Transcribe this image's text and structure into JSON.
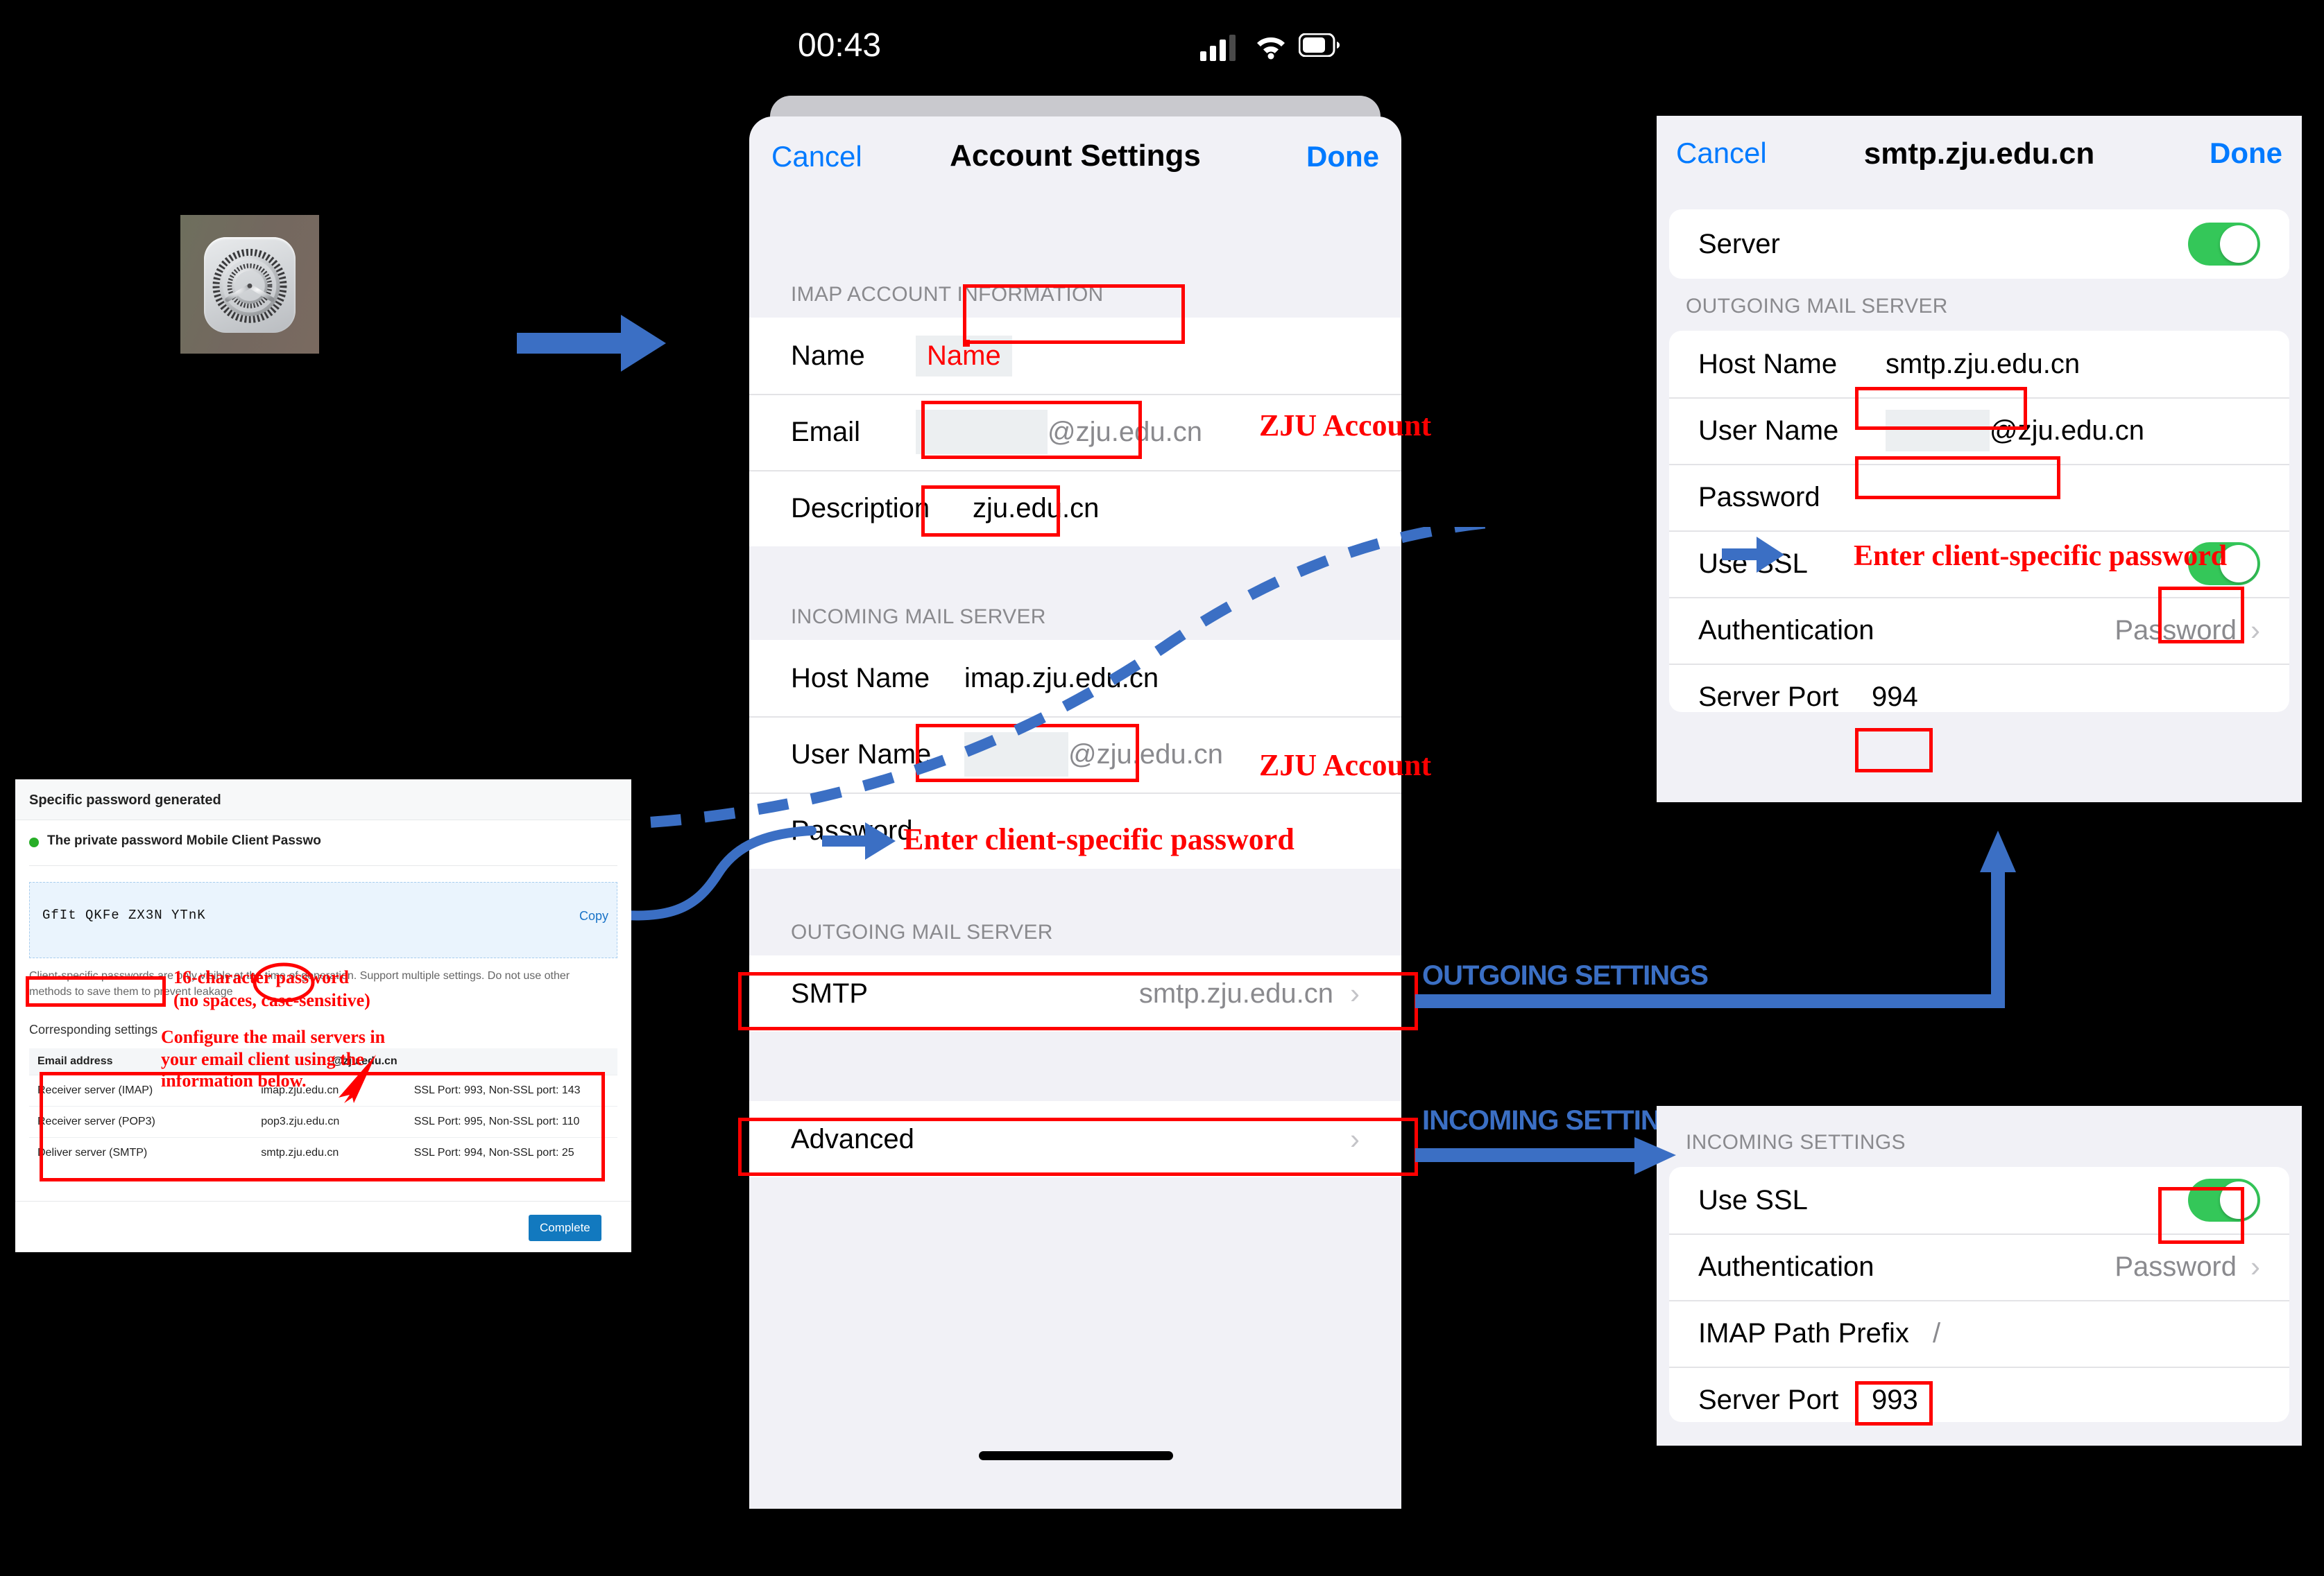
{
  "phone": {
    "status_bar": {
      "time": "00:43",
      "icons": [
        "cellular-signal-icon",
        "wifi-icon",
        "battery-icon"
      ]
    },
    "nav": {
      "cancel": "Cancel",
      "title": "Account Settings",
      "done": "Done"
    },
    "sections": [
      {
        "header": "IMAP ACCOUNT INFORMATION",
        "rows": [
          {
            "label": "Name",
            "value": "Name",
            "value_style": "red-placeholder"
          },
          {
            "label": "Email",
            "value": "@zju.edu.cn",
            "value_style": "redacted-suffix"
          },
          {
            "label": "Description",
            "value": "zju.edu.cn",
            "value_style": "plain"
          }
        ]
      },
      {
        "header": "INCOMING MAIL SERVER",
        "rows": [
          {
            "label": "Host Name",
            "value": "imap.zju.edu.cn",
            "value_style": "plain"
          },
          {
            "label": "User Name",
            "value": "@zju.edu.cn",
            "value_style": "redacted-suffix"
          },
          {
            "label": "Password",
            "value": "",
            "value_style": "plain"
          }
        ]
      },
      {
        "header": "OUTGOING MAIL SERVER",
        "rows": [
          {
            "label": "SMTP",
            "value": "smtp.zju.edu.cn",
            "value_style": "gray-chevron"
          }
        ]
      },
      {
        "header": "",
        "rows": [
          {
            "label": "Advanced",
            "value": "",
            "value_style": "chevron"
          }
        ]
      }
    ]
  },
  "smtp_panel": {
    "nav": {
      "cancel": "Cancel",
      "title": "smtp.zju.edu.cn",
      "done": "Done"
    },
    "server_row": {
      "label": "Server",
      "toggle": "on"
    },
    "section_header": "OUTGOING MAIL SERVER",
    "rows": [
      {
        "label": "Host Name",
        "value": "smtp.zju.edu.cn",
        "kind": "boxed-text"
      },
      {
        "label": "User Name",
        "value": "@zju.edu.cn",
        "kind": "redacted-suffix"
      },
      {
        "label": "Password",
        "value": "",
        "kind": "plain"
      },
      {
        "label": "Use SSL",
        "value": "on",
        "kind": "toggle"
      },
      {
        "label": "Authentication",
        "value": "Password",
        "kind": "gray-chevron"
      },
      {
        "label": "Server Port",
        "value": "994",
        "kind": "boxed-text"
      }
    ]
  },
  "incoming_panel": {
    "section_header": "INCOMING SETTINGS",
    "rows": [
      {
        "label": "Use SSL",
        "value": "on",
        "kind": "toggle"
      },
      {
        "label": "Authentication",
        "value": "Password",
        "kind": "gray-chevron"
      },
      {
        "label": "IMAP Path Prefix",
        "value": "/",
        "kind": "plain-gray"
      },
      {
        "label": "Server Port",
        "value": "993",
        "kind": "boxed-text"
      }
    ]
  },
  "password_dialog": {
    "title": "Specific password generated",
    "bullet_text": "The private password Mobile Client Passwo",
    "password": "GfIt  QKFe  ZX3N  YTnK",
    "copy_label": "Copy",
    "note": "Client-specific passwords are only visible at the time of generation. Support multiple settings. Do not use other methods to save them to prevent leakage",
    "corresponding_label": "Corresponding settings",
    "table": {
      "header": {
        "col1": "Email address",
        "col2": "@zju.edu.cn",
        "col3": ""
      },
      "rows": [
        {
          "col1": "Receiver server (IMAP)",
          "col2": "imap.zju.edu.cn",
          "col3": "SSL Port: 993, Non-SSL port: 143"
        },
        {
          "col1": "Receiver server (POP3)",
          "col2": "pop3.zju.edu.cn",
          "col3": "SSL Port: 995, Non-SSL port: 110"
        },
        {
          "col1": "Deliver server (SMTP)",
          "col2": "smtp.zju.edu.cn",
          "col3": "SSL Port: 994, Non-SSL port: 25"
        }
      ]
    },
    "complete_button": "Complete"
  },
  "annotations": {
    "zju_account_email": "ZJU Account",
    "zju_account_user": "ZJU Account",
    "enter_password_phone": "Enter client-specific password",
    "enter_password_smtp": "Enter client-specific password",
    "outgoing_settings": "OUTGOING SETTINGS",
    "incoming_settings": "INCOMING SETTINGS",
    "password_len_line1": "16-character password",
    "password_len_line2": "(no spaces, case-sensitive)",
    "configure_note": "Configure the mail servers in your email client using the information below.",
    "colors": {
      "red": "#ff0000",
      "blue": "#3b6fc4",
      "green": "#34c759",
      "ios_blue": "#007aff"
    }
  },
  "settings_icon": {
    "name": "ios-settings-gear-icon"
  },
  "flow_arrow": {
    "name": "right-arrow-icon"
  }
}
